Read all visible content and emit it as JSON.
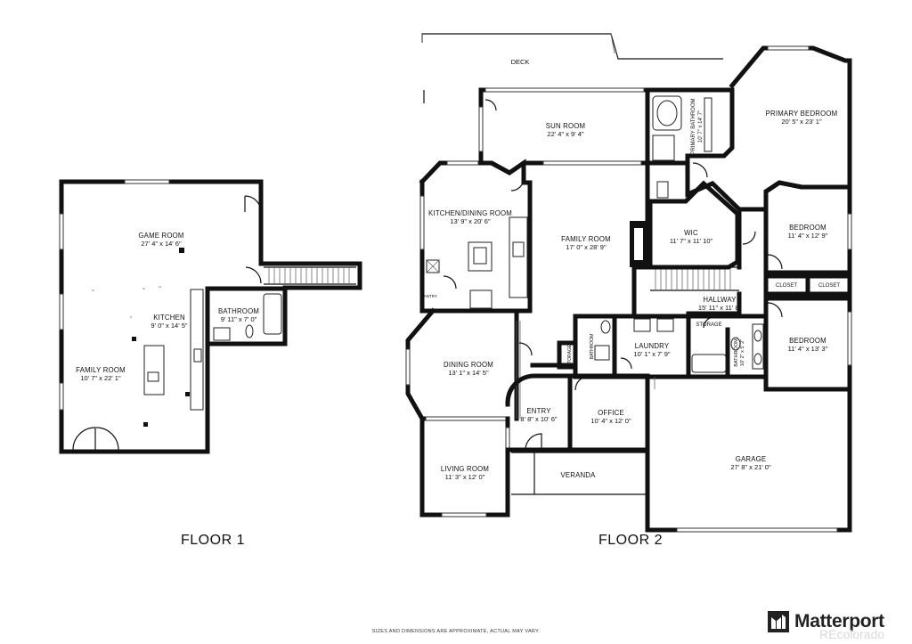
{
  "floor1": {
    "title": "FLOOR 1",
    "rooms": [
      {
        "name": "GAME ROOM",
        "dims": "27' 4\" x 14' 6\""
      },
      {
        "name": "KITCHEN",
        "dims": "9' 0\" x 14' 5\""
      },
      {
        "name": "BATHROOM",
        "dims": "9' 11\" x 7' 0\""
      },
      {
        "name": "FAMILY ROOM",
        "dims": "10' 7\" x 22' 1\""
      }
    ]
  },
  "floor2": {
    "title": "FLOOR 2",
    "deck": "DECK",
    "rooms": [
      {
        "name": "SUN ROOM",
        "dims": "22' 4\" x 9' 4\""
      },
      {
        "name": "PRIMARY BATHROOM",
        "dims": "10' 7\" x 14' 7\""
      },
      {
        "name": "PRIMARY BEDROOM",
        "dims": "20' 5\" x 23' 1\""
      },
      {
        "name": "KITCHEN/DINING ROOM",
        "dims": "13' 9\" x 20' 6\""
      },
      {
        "name": "FAMILY ROOM",
        "dims": "17' 0\" x 28' 9\""
      },
      {
        "name": "WIC",
        "dims": "11' 7\" x 11' 10\""
      },
      {
        "name": "BEDROOM",
        "dims": "11' 4\" x 12' 9\""
      },
      {
        "name": "HALLWAY",
        "dims": "15' 11\" x 11' 8\""
      },
      {
        "name": "LAUNDRY",
        "dims": "10' 1\" x 7' 9\""
      },
      {
        "name": "BEDROOM",
        "dims": "11' 4\" x 13' 3\""
      },
      {
        "name": "DINING ROOM",
        "dims": "13' 1\" x 14' 5\""
      },
      {
        "name": "ENTRY",
        "dims": "8' 8\" x 10' 6\""
      },
      {
        "name": "OFFICE",
        "dims": "10' 4\" x 12' 0\""
      },
      {
        "name": "GARAGE",
        "dims": "27' 8\" x 21' 0\""
      },
      {
        "name": "LIVING ROOM",
        "dims": "11' 3\" x 12' 0\""
      }
    ],
    "small_labels": {
      "closet_1": "CLOSET",
      "closet_2": "CLOSET",
      "storage_hall": "STORAGE",
      "storage_entry": "STORAGE",
      "bathroom_laundry": "BATHROOM",
      "bathroom_hall": "BATHROOM",
      "bathroom_hall_dims": "10' 2\" x 5' 2\"",
      "pantry": "PANTRY",
      "veranda": "VERANDA"
    }
  },
  "footer": {
    "disclaimer": "SIZES AND DIMENSIONS ARE APPROXIMATE, ACTUAL MAY VARY.",
    "brand": "Matterport",
    "watermark": "REcolorado"
  },
  "icons": {
    "brand_logo": "matterport-logo-icon"
  }
}
